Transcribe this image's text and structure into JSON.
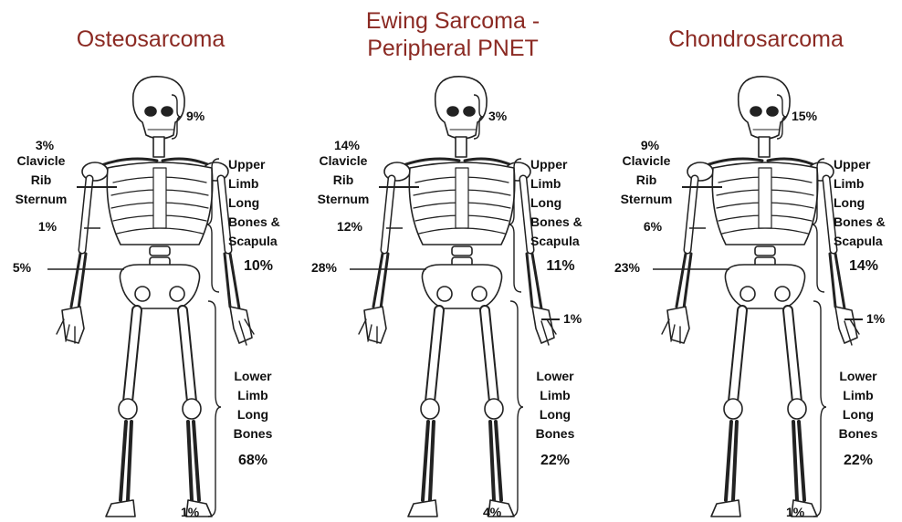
{
  "panels": [
    {
      "title": "Osteosarcoma",
      "skull": "9%",
      "thorax_pct": "3%",
      "thorax_label": "Clavicle\nRib\nSternum",
      "spine": "1%",
      "pelvis": "5%",
      "upper_label": "Upper\nLimb\nLong\nBones &\nScapula",
      "upper_pct": "10%",
      "hand": "",
      "lower_label": "Lower\nLimb\nLong\nBones",
      "lower_pct": "68%",
      "foot": "1%"
    },
    {
      "title": "Ewing Sarcoma -\nPeripheral PNET",
      "skull": "3%",
      "thorax_pct": "14%",
      "thorax_label": "Clavicle\nRib\nSternum",
      "spine": "12%",
      "pelvis": "28%",
      "upper_label": "Upper\nLimb\nLong\nBones &\nScapula",
      "upper_pct": "11%",
      "hand": "1%",
      "lower_label": "Lower\nLimb\nLong\nBones",
      "lower_pct": "22%",
      "foot": "4%"
    },
    {
      "title": "Chondrosarcoma",
      "skull": "15%",
      "thorax_pct": "9%",
      "thorax_label": "Clavicle\nRib\nSternum",
      "spine": "6%",
      "pelvis": "23%",
      "upper_label": "Upper\nLimb\nLong\nBones &\nScapula",
      "upper_pct": "14%",
      "hand": "1%",
      "lower_label": "Lower\nLimb\nLong\nBones",
      "lower_pct": "22%",
      "foot": "1%"
    }
  ],
  "colors": {
    "title": "#8b2a23",
    "text": "#111111",
    "bone": "#ffffff",
    "outline": "#222222"
  }
}
